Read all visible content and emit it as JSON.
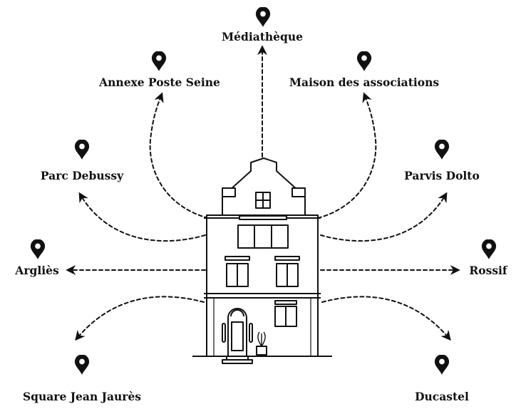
{
  "colors": {
    "ink": "#111111",
    "background": "#ffffff"
  },
  "center": {
    "name": "house-illustration",
    "icon": "house-icon"
  },
  "locations": [
    {
      "id": "mediatheque",
      "label": "Médiathèque",
      "icon": "map-pin-icon"
    },
    {
      "id": "annexe-poste-seine",
      "label": "Annexe Poste Seine",
      "icon": "map-pin-icon"
    },
    {
      "id": "maison-des-associations",
      "label": "Maison des associations",
      "icon": "map-pin-icon"
    },
    {
      "id": "parc-debussy",
      "label": "Parc Debussy",
      "icon": "map-pin-icon"
    },
    {
      "id": "parvis-dolto",
      "label": "Parvis Dolto",
      "icon": "map-pin-icon"
    },
    {
      "id": "arglies",
      "label": "Argliès",
      "icon": "map-pin-icon"
    },
    {
      "id": "rossif",
      "label": "Rossif",
      "icon": "map-pin-icon"
    },
    {
      "id": "square-jean-jaures",
      "label": "Square Jean Jaurès",
      "icon": "map-pin-icon"
    },
    {
      "id": "ducastel",
      "label": "Ducastel",
      "icon": "map-pin-icon"
    }
  ]
}
